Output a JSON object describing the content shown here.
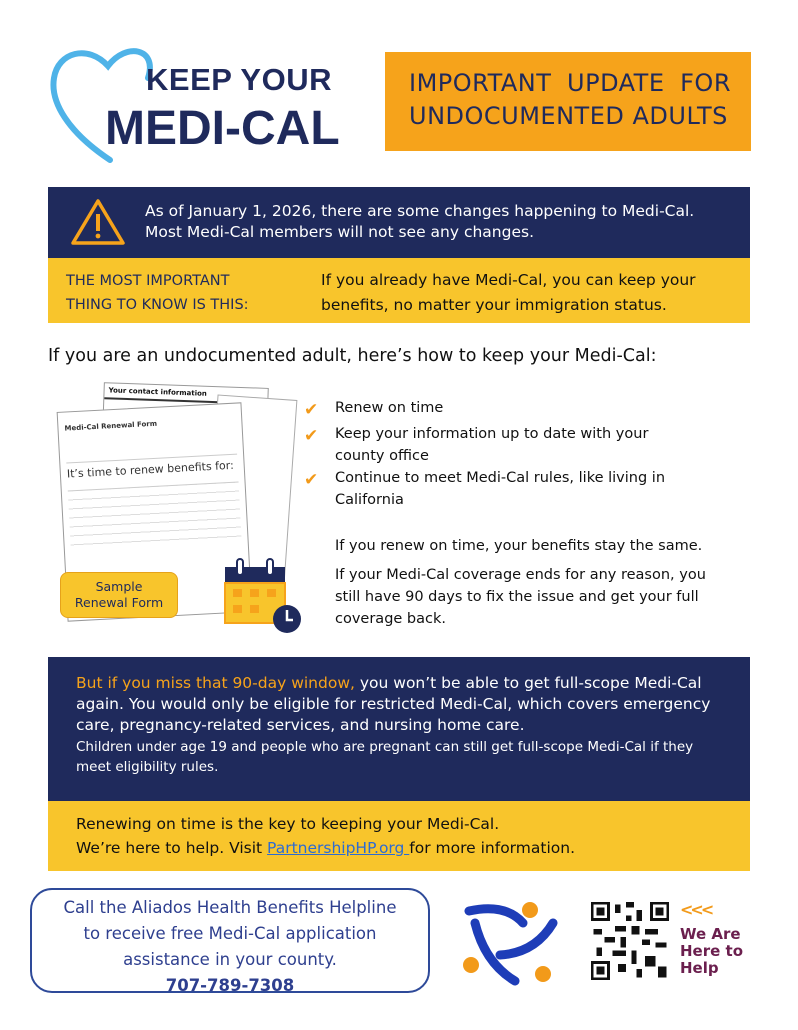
{
  "logo": {
    "line1": "KEEP YOUR",
    "line2": "MEDI-CAL"
  },
  "update_banner": "IMPORTANT UPDATE FOR UNDOCUMENTED ADULTS",
  "notice": {
    "line1": "As of January 1, 2026, there are some changes happening to Medi-Cal.",
    "line2": "Most Medi-Cal members will not see any changes."
  },
  "key": {
    "label_line1": "THE MOST IMPORTANT",
    "label_line2": "THING TO KNOW IS THIS:",
    "text_line1": "If you already have Medi-Cal, you can keep your",
    "text_line2": "benefits, no matter your immigration status."
  },
  "intro": "If you are an undocumented adult, here’s how to keep your Medi-Cal:",
  "form_image": {
    "callout_line1": "Sample",
    "callout_line2": "Renewal Form",
    "title": "Medi-Cal Renewal Form",
    "heading": "It’s time to renew benefits for:",
    "contact": "Your contact information"
  },
  "bullets": [
    "Renew on time",
    "Keep your information up to date with your county office",
    "Continue to meet Medi-Cal rules, like living in California"
  ],
  "para1": "If you renew on time, your benefits stay the same.",
  "para2": "If your Medi-Cal coverage ends for any reason, you still have 90 days to fix the issue and get your full coverage back.",
  "warning": {
    "highlight": "But if you miss that 90-day window,",
    "rest": " you won’t be able to get full-scope Medi-Cal again. You would only be eligible for restricted Medi-Cal, which covers emergency care, pregnancy-related services, and nursing home care.",
    "small": "Children under age 19 and people who are pregnant can still get full-scope Medi-Cal if they meet eligibility rules."
  },
  "renew": {
    "line1": "Renewing on time is the key to keeping your Medi-Cal.",
    "line2_pre": "We’re here to help. Visit ",
    "link": "PartnershipHP.org ",
    "line2_post": "for more information."
  },
  "helpline": {
    "line1": "Call the Aliados Health Benefits Helpline",
    "line2": "to receive free Medi-Cal application",
    "line3": "assistance in your county.",
    "phone": "707-789-7308"
  },
  "tagline": {
    "chevrons": "<<<",
    "line1": "We Are",
    "line2": "Here to",
    "line3": "Help"
  },
  "colors": {
    "navy": "#1f2a5c",
    "orange": "#f6a31b",
    "yellow": "#f8c52c",
    "sky": "#4fb3e8"
  }
}
